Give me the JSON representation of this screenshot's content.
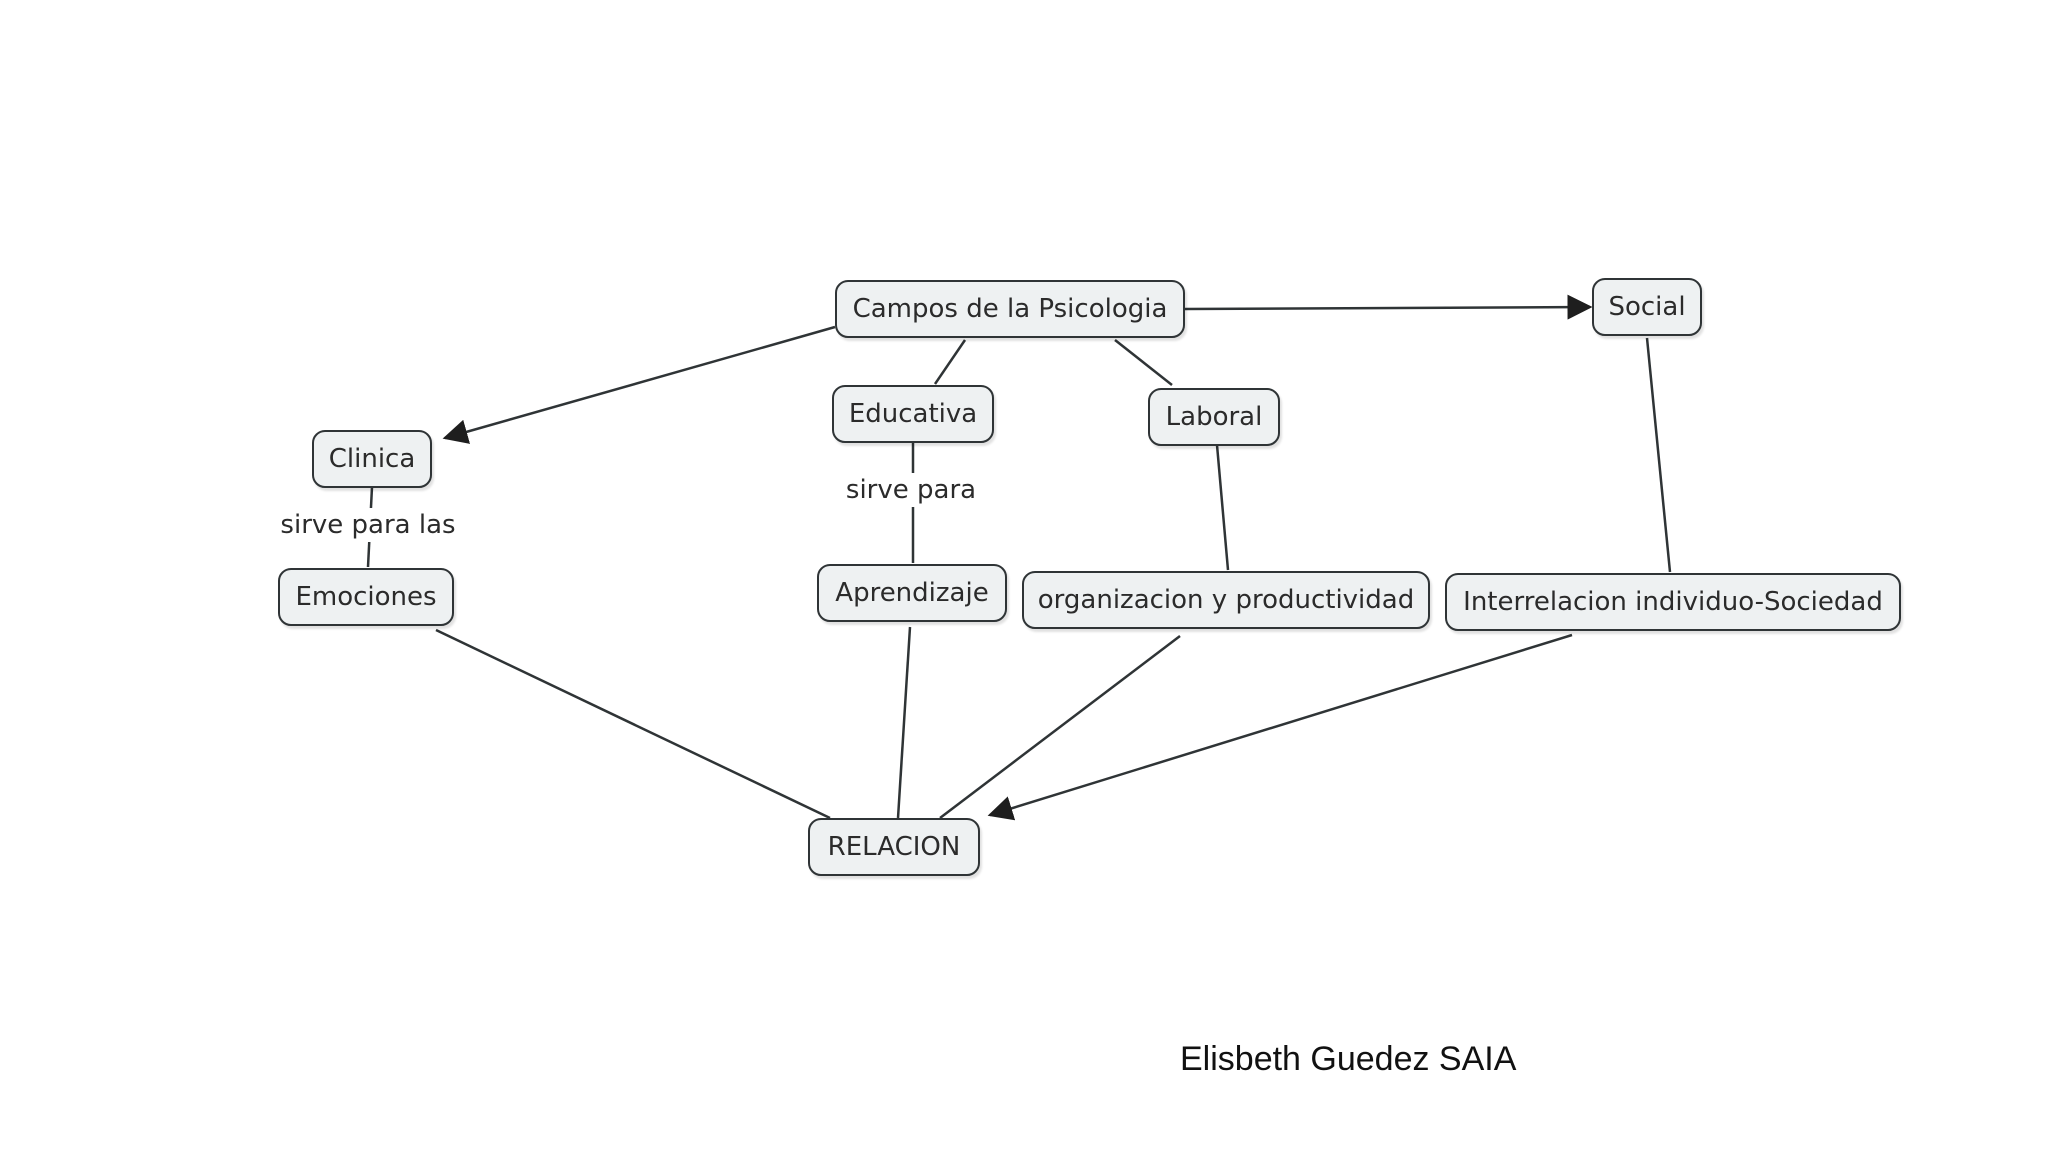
{
  "diagram": {
    "nodes": {
      "campos": "Campos de la Psicologia",
      "social": "Social",
      "clinica": "Clinica",
      "educativa": "Educativa",
      "laboral": "Laboral",
      "emociones": "Emociones",
      "aprendizaje": "Aprendizaje",
      "organizacion": "organizacion y productividad",
      "interrelacion": "Interrelacion individuo-Sociedad",
      "relacion": "RELACION"
    },
    "link_labels": {
      "clinica_emociones": "sirve para las",
      "educativa_aprendizaje": "sirve para"
    }
  },
  "footer": {
    "author": "Elisbeth Guedez SAIA"
  },
  "colors": {
    "node_fill": "#eef1f2",
    "node_border": "#2f3436",
    "line": "#2f3436"
  }
}
